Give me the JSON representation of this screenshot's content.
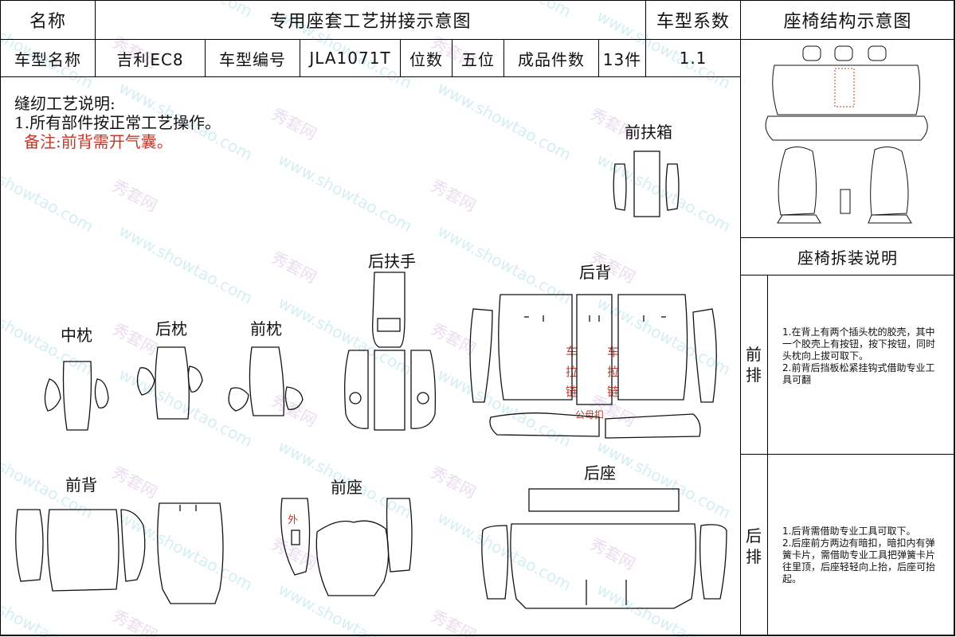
{
  "header": {
    "name_label": "名称",
    "doc_title": "专用座套工艺拼接示意图",
    "coef_label": "车型系数",
    "struct_title": "座椅结构示意图",
    "model_name_label": "车型名称",
    "model_name": "吉利EC8",
    "model_code_label": "车型编号",
    "model_code": "JLA1071T",
    "seats_label": "位数",
    "seats": "五位",
    "pieces_label": "成品件数",
    "pieces": "13件",
    "coef": "1.1"
  },
  "instructions": {
    "title": "缝纫工艺说明:",
    "line1": "1.所有部件按正常工艺操作。",
    "remark": "备注:前背需开气囊。"
  },
  "parts": {
    "front_box": "前扶箱",
    "rear_armrest": "后扶手",
    "rear_back": "后背",
    "middle_pillow": "中枕",
    "rear_pillow": "后枕",
    "front_pillow": "前枕",
    "front_back": "前背",
    "front_seat": "前座",
    "rear_seat": "后座"
  },
  "marks": {
    "zipper_chars": [
      "车",
      "拉",
      "链"
    ],
    "snap": "公母扣",
    "outer": "外"
  },
  "disassembly": {
    "title": "座椅拆装说明",
    "front_row": "前排",
    "front_text": "1.在背上有两个插头枕的胶壳，其中一个胶壳上有按钮，按下按钮，同时头枕向上拔可取下。\n2.前背后挡板松紧挂钩式借助专业工具可翻",
    "rear_row": "后排",
    "rear_text": "1.后背需借助专业工具可取下。\n2.后座前方两边有暗扣，暗扣内有弹簧卡片，需借助专业工具把弹簧卡片往里顶，后座轻轻向上抬，后座可抬起。"
  },
  "watermark": {
    "cn": "秀套网",
    "url": "www.showtao.com"
  },
  "colors": {
    "line": "#111111",
    "remark_red": "#c0392b",
    "watermark_violet": "#8e44ad",
    "watermark_cyan": "#16a3b8"
  }
}
